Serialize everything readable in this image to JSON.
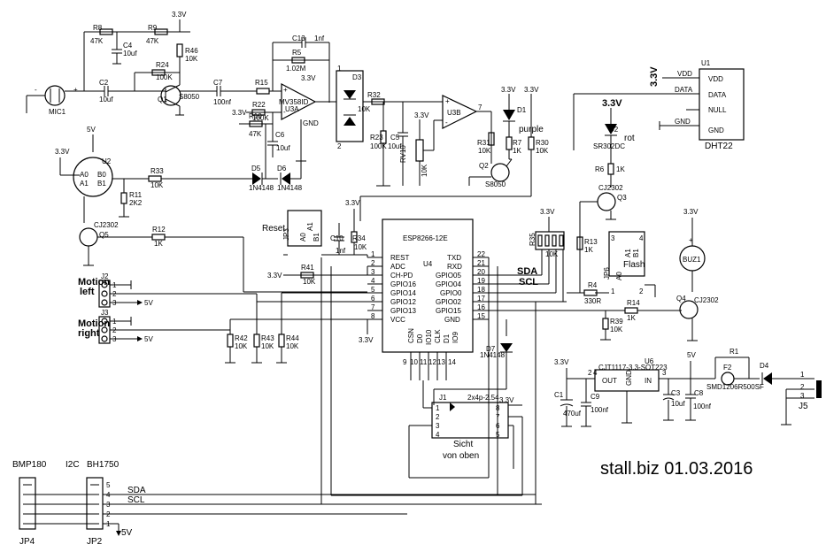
{
  "diagram": {
    "power": {
      "v33": "3.3V",
      "v5": "5V"
    },
    "mic_stage": {
      "r8": "R8",
      "r8_val": "47K",
      "r9": "R9",
      "r9_val": "47K",
      "c4": "C4",
      "c4_val": "10uf",
      "r46": "R46",
      "r46_val": "10K",
      "r24": "R24",
      "r24_val": "100K",
      "q1": "Q1",
      "q1_val": "S8050",
      "c2": "C2",
      "c2_val": "10uf",
      "mic": "MIC1",
      "plus": "+",
      "minus": "-"
    },
    "amp_stage": {
      "c13": "C13",
      "c13_val": "1nf",
      "r5": "R5",
      "r5_val": "1.02M",
      "c7": "C7",
      "c7_val": "100nf",
      "r15": "R15",
      "r22": "R22",
      "r22_val": "100K",
      "r10": "R10",
      "r10_val": "47K",
      "c6": "C6",
      "c6_val": "10uf",
      "opamp": "MV358ID",
      "u3a": "U3A",
      "gnd": "GND",
      "d3": "D3",
      "r32": "R32",
      "r32_val": "10K",
      "r23": "R23",
      "r23_val": "100K",
      "c5": "C5",
      "c5_val": "10uf",
      "rv": "RV10",
      "rv_val": "10K",
      "u3b": "U3B",
      "r31": "R31",
      "r31_val": "10K",
      "q2": "Q2",
      "q2_val": "S8050"
    },
    "led_stage": {
      "d1": "D1",
      "d1_note": "purple",
      "r7": "R7",
      "r7_val": "1K",
      "r30": "R30",
      "r30_val": "10K",
      "d2": "D2",
      "d2_val": "SR302DC",
      "d2_note": "rot",
      "r6": "R6",
      "r6_val": "1K",
      "q3": "Q3",
      "q3_val": "CJ2302"
    },
    "dht": {
      "u1": "U1",
      "name": "DHT22",
      "pins": [
        "VDD",
        "DATA",
        "NULL",
        "GND"
      ],
      "net_vdd": "VDD",
      "net_data": "DATA",
      "net_gnd": "GND"
    },
    "ir_sensor": {
      "u2": "U2",
      "pins": [
        "A0",
        "A1",
        "B0",
        "B1"
      ],
      "r33": "R33",
      "r33_val": "10K",
      "r11": "R11",
      "r11_val": "2K2",
      "d5": "D5",
      "d5_val": "1N4148",
      "d6": "D6",
      "d6_val": "1N4148",
      "q5": "Q5",
      "q5_val": "CJ2302",
      "r12": "R12",
      "r12_val": "1K"
    },
    "reset": {
      "label": "Reset",
      "sw": "JP3",
      "pins": [
        "A0",
        "A1",
        "B1"
      ],
      "c10": "C10",
      "c10_val": "1nf",
      "r34": "R34",
      "r34_val": "10K"
    },
    "esp": {
      "name": "ESP8266-12E",
      "ref": "U4",
      "left_pins": [
        "REST",
        "ADC",
        "CH-PD",
        "GPIO16",
        "GPIO14",
        "GPIO12",
        "GPIO13",
        "VCC"
      ],
      "left_nums": [
        "1",
        "2",
        "3",
        "4",
        "5",
        "6",
        "7",
        "8"
      ],
      "right_pins": [
        "TXD",
        "RXD",
        "GPIO05",
        "GPIO04",
        "GPIO0",
        "GPIO02",
        "GPIO15",
        "GND"
      ],
      "right_nums": [
        "22",
        "21",
        "20",
        "19",
        "18",
        "17",
        "16",
        "15"
      ],
      "bottom_pins": [
        "CSN",
        "D0",
        "IO10",
        "CLK",
        "D1",
        "IO9"
      ],
      "bottom_nums": [
        "9",
        "10",
        "11",
        "12",
        "13",
        "14"
      ],
      "r41": "R41",
      "r41_val": "10K",
      "sda": "SDA",
      "scl": "SCL"
    },
    "motion": {
      "j2": "J2",
      "j2_label": "Motion left",
      "j3": "J3",
      "j3_label": "Motion right",
      "pin_nums": [
        "1",
        "2",
        "3"
      ],
      "r42": "R42",
      "r42_val": "10K",
      "r43": "R43",
      "r43_val": "10K",
      "r44": "R44",
      "r44_val": "10K"
    },
    "pullups": {
      "r35": "R35",
      "r35_val": "10K",
      "r13": "R13",
      "r13_val": "1K",
      "r4": "R4",
      "r4_val": "330R",
      "r14": "R14",
      "r14_val": "1K",
      "r39": "R39",
      "r39_val": "10K"
    },
    "flash": {
      "label": "Flash",
      "sw": "JP6",
      "pins": [
        "A0",
        "A1",
        "B1"
      ],
      "nums": [
        "3",
        "4",
        "1",
        "2"
      ]
    },
    "buzzer": {
      "buz": "BUZ1",
      "plus": "+",
      "q4": "Q4",
      "q4_val": "CJ2302"
    },
    "d7": {
      "ref": "D7",
      "val": "1N4148"
    },
    "j1": {
      "ref": "J1",
      "val": "2x4p-2.54",
      "nums_left": [
        "1",
        "2",
        "3",
        "4"
      ],
      "nums_right": [
        "8",
        "7",
        "6",
        "5"
      ],
      "note_l1": "Sicht",
      "note_l2": "von oben"
    },
    "regulator": {
      "ref": "U6",
      "val": "CJT1117-3.3-SOT223",
      "out": "OUT",
      "in": "IN",
      "gnd": "GND",
      "pin2": "2",
      "pin4": "4",
      "pin3": "3",
      "c1": "C1",
      "c1_val": "470uf",
      "c9": "C9",
      "c9_val": "100nf",
      "c3": "C3",
      "c3_val": "10uf",
      "c8": "C8",
      "c8_val": "100nf",
      "r1": "R1",
      "f2": "F2",
      "f2_val": "SMD1206R500SF",
      "d4": "D4",
      "j5": "J5",
      "j5_nums": [
        "1",
        "2",
        "3"
      ]
    },
    "i2c": {
      "bmp_label": "BMP180",
      "bus_label": "I2C",
      "bh_label": "BH1750",
      "jp4": "JP4",
      "jp2": "JP2",
      "nums": [
        "5",
        "4",
        "3",
        "2",
        "1"
      ],
      "sda": "SDA",
      "scl": "SCL",
      "v5": "5V"
    },
    "footer": "stall.biz  01.03.2016"
  }
}
